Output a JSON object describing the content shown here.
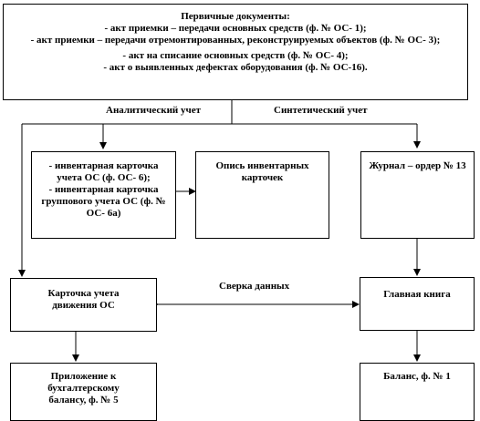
{
  "primary": {
    "title": "Первичные документы:",
    "items": [
      "- акт приемки – передачи основных  средств  (ф. № ОС-  1);",
      "- акт приемки – передачи отремонтированных,  реконструируемых объектов (ф. № ОС- 3);",
      "- акт на списание основных средств (ф. № ОС- 4);",
      "- акт о выявленных  дефектах  оборудования (ф. № ОС-16)."
    ]
  },
  "labels": {
    "analytic": "Аналитический учет",
    "synthetic": "Синтетический  учет",
    "reconciliation": "Сверка данных"
  },
  "inventory_cards": [
    "- инвентарная карточка учета ОС (ф. ОС- 6);",
    "- инвентарная карточка группового учета ОС (ф. № ОС- 6а)"
  ],
  "inventory_list": "Опись инвентарных карточек",
  "journal_order": "Журнал – ордер № 13",
  "movement_card": "Карточка учета движения ОС",
  "general_ledger": "Главная книга",
  "appendix": "Приложение к бухгалтерскому балансу, ф. № 5",
  "balance": "Баланс, ф. № 1"
}
